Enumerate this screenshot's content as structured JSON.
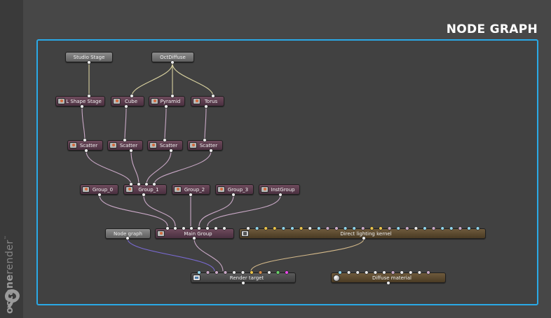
{
  "title": "NODE GRAPH",
  "brand": {
    "name_bold": "octane",
    "name_light": "render",
    "trademark": "™"
  },
  "colors": {
    "frame": "#2aa9e6",
    "wire_main": "#c9a8c6",
    "wire_stage": "#d9d2a0",
    "wire_kernel": "#d4b98a",
    "wire_graph": "#7a6ad4"
  },
  "nodes": {
    "studio_stage": "Studio Stage",
    "oct_diffuse": "OctDiffuse",
    "l_shape_stage": "L Shape Stage",
    "cube": "Cube",
    "pyramid": "Pyramid",
    "torus": "Torus",
    "scatter": "Scatter",
    "group_0": "Group_0",
    "group_1": "Group_1",
    "group_2": "Group_2",
    "group_3": "Group_3",
    "inst_group": "InstGroup",
    "node_graph": "Node graph",
    "main_group": "Main Group",
    "direct_lighting_kernel": "Direct lighting kernel",
    "render_target": "Render target",
    "diffuse_material": "Diffuse material"
  }
}
